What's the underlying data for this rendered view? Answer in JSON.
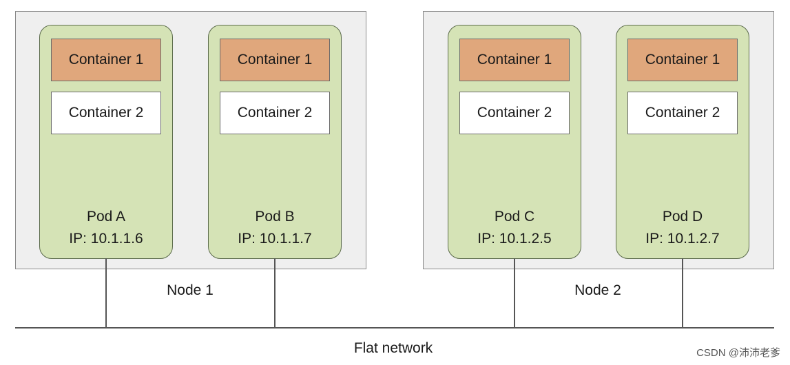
{
  "nodes": [
    {
      "label": "Node 1"
    },
    {
      "label": "Node 2"
    }
  ],
  "pods": [
    {
      "name": "Pod A",
      "ip": "IP: 10.1.1.6",
      "container1": "Container 1",
      "container2": "Container 2"
    },
    {
      "name": "Pod B",
      "ip": "IP: 10.1.1.7",
      "container1": "Container 1",
      "container2": "Container 2"
    },
    {
      "name": "Pod C",
      "ip": "IP: 10.1.2.5",
      "container1": "Container 1",
      "container2": "Container 2"
    },
    {
      "name": "Pod D",
      "ip": "IP: 10.1.2.7",
      "container1": "Container 1",
      "container2": "Container 2"
    }
  ],
  "network": {
    "label": "Flat network"
  },
  "watermark": "CSDN @沛沛老爹",
  "colors": {
    "node_bg": "#efefef",
    "pod_bg": "#d5e3b6",
    "container1_bg": "#e0a77c",
    "container2_bg": "#ffffff"
  }
}
